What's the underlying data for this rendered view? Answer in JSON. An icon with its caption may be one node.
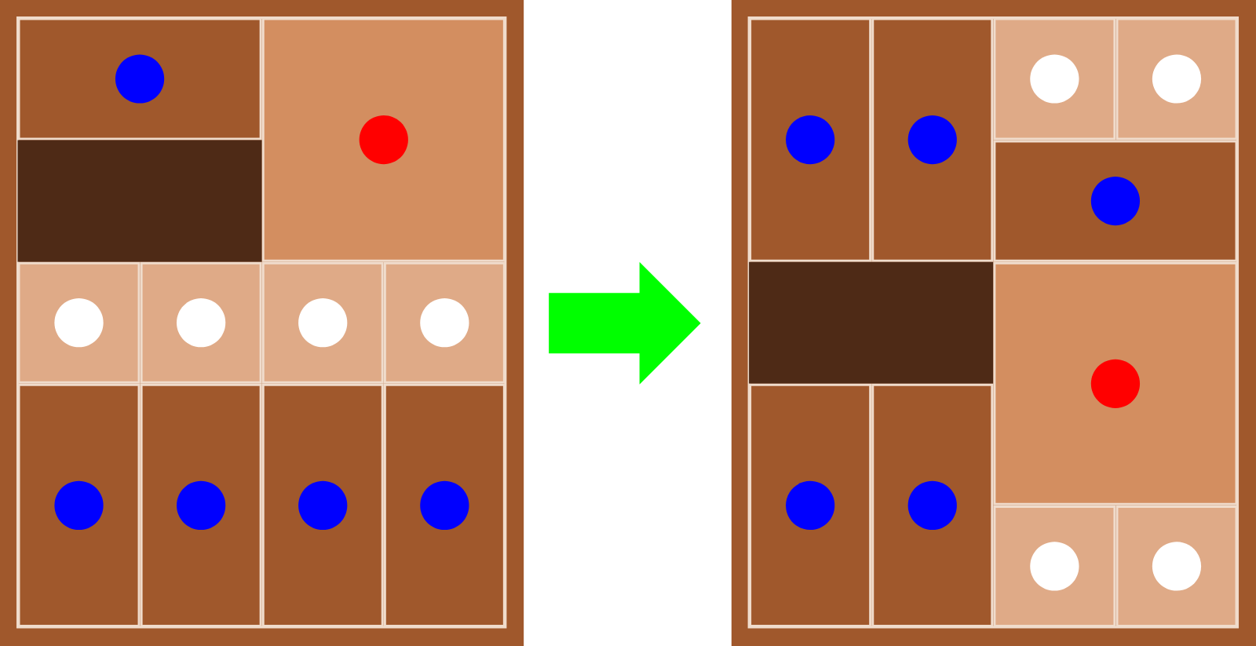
{
  "diagram": {
    "nodes": [
      {
        "text": [],
        "shape": "box"
      },
      {
        "text": [],
        "shape": "box"
      }
    ],
    "edges": [
      {
        "from": 0,
        "to": 1,
        "arrow": "to",
        "color": "#00ff00"
      }
    ]
  }
}
